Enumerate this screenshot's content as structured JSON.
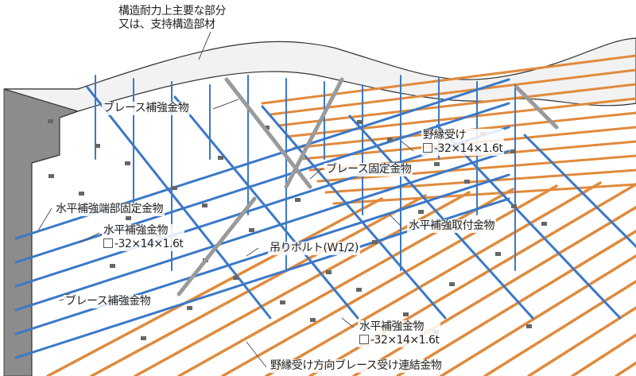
{
  "labels": {
    "structure_line1": "構造耐力上主要な部分",
    "structure_line2": "又は、支持構造部材",
    "brace_reinforcement_upper": "ブレース補強金物",
    "furring_channel": "野縁受け",
    "furring_channel_spec": "-32×14×1.6t",
    "brace_fixing": "ブレース固定金物",
    "horizontal_end_fixing": "水平補強端部固定金物",
    "horizontal_reinforcement_left": "水平補強金物",
    "horizontal_reinforcement_left_spec": "-32×14×1.6t",
    "horizontal_attachment": "水平補強取付金物",
    "hanging_bolt": "吊りボルト(W1/2)",
    "brace_reinforcement_lower": "ブレース補強金物",
    "horizontal_reinforcement_right": "水平補強金物",
    "horizontal_reinforcement_right_spec": "-32×14×1.6t",
    "brace_connector": "野縁受け方向ブレース受け連結金物"
  },
  "colors": {
    "steel_blue": "#3a78c8",
    "furring_orange": "#e08a3c",
    "concrete_gray": "#8a8a8a",
    "brace_gray": "#9a9a9a"
  }
}
